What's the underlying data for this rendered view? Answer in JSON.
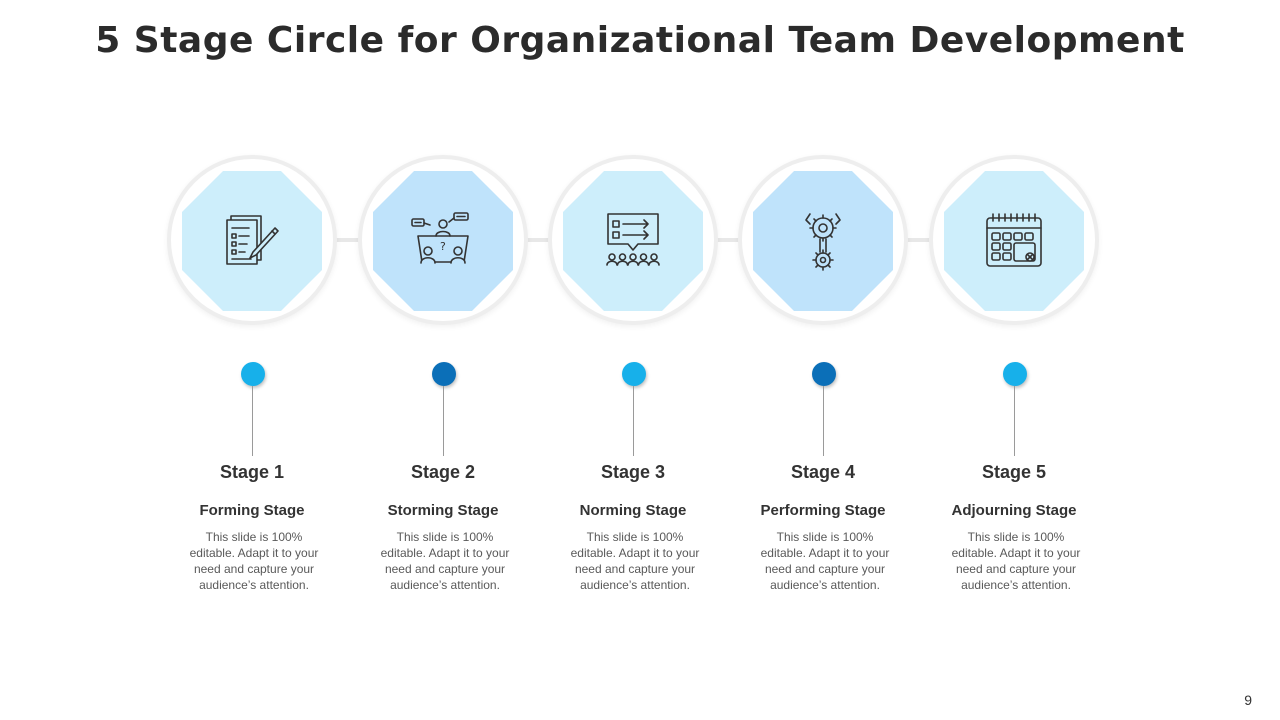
{
  "title": "5 Stage Circle for Organizational Team Development",
  "page_number": "9",
  "colors": {
    "accent_light": "#17b0ea",
    "accent_dark": "#0b6fb8",
    "octagon_light": "#cdeefb",
    "octagon_mid": "#bfe3fb"
  },
  "stages": [
    {
      "label": "Stage 1",
      "name": "Forming Stage",
      "description": "This slide is 100% editable. Adapt it to your need and capture your audience’s attention.",
      "icon": "checklist-pen-icon"
    },
    {
      "label": "Stage 2",
      "name": "Storming Stage",
      "description": "This slide is 100% editable. Adapt it to your need and capture your audience’s attention.",
      "icon": "meeting-discussion-icon"
    },
    {
      "label": "Stage 3",
      "name": "Norming Stage",
      "description": "This slide is 100% editable. Adapt it to your need and capture your audience’s attention.",
      "icon": "presentation-audience-icon"
    },
    {
      "label": "Stage 4",
      "name": "Performing Stage",
      "description": "This slide is 100% editable. Adapt it to your need and capture your audience’s attention.",
      "icon": "gears-icon"
    },
    {
      "label": "Stage 5",
      "name": "Adjourning Stage",
      "description": "This slide is 100% editable. Adapt it to your need and capture your audience’s attention.",
      "icon": "calendar-cancel-icon"
    }
  ]
}
